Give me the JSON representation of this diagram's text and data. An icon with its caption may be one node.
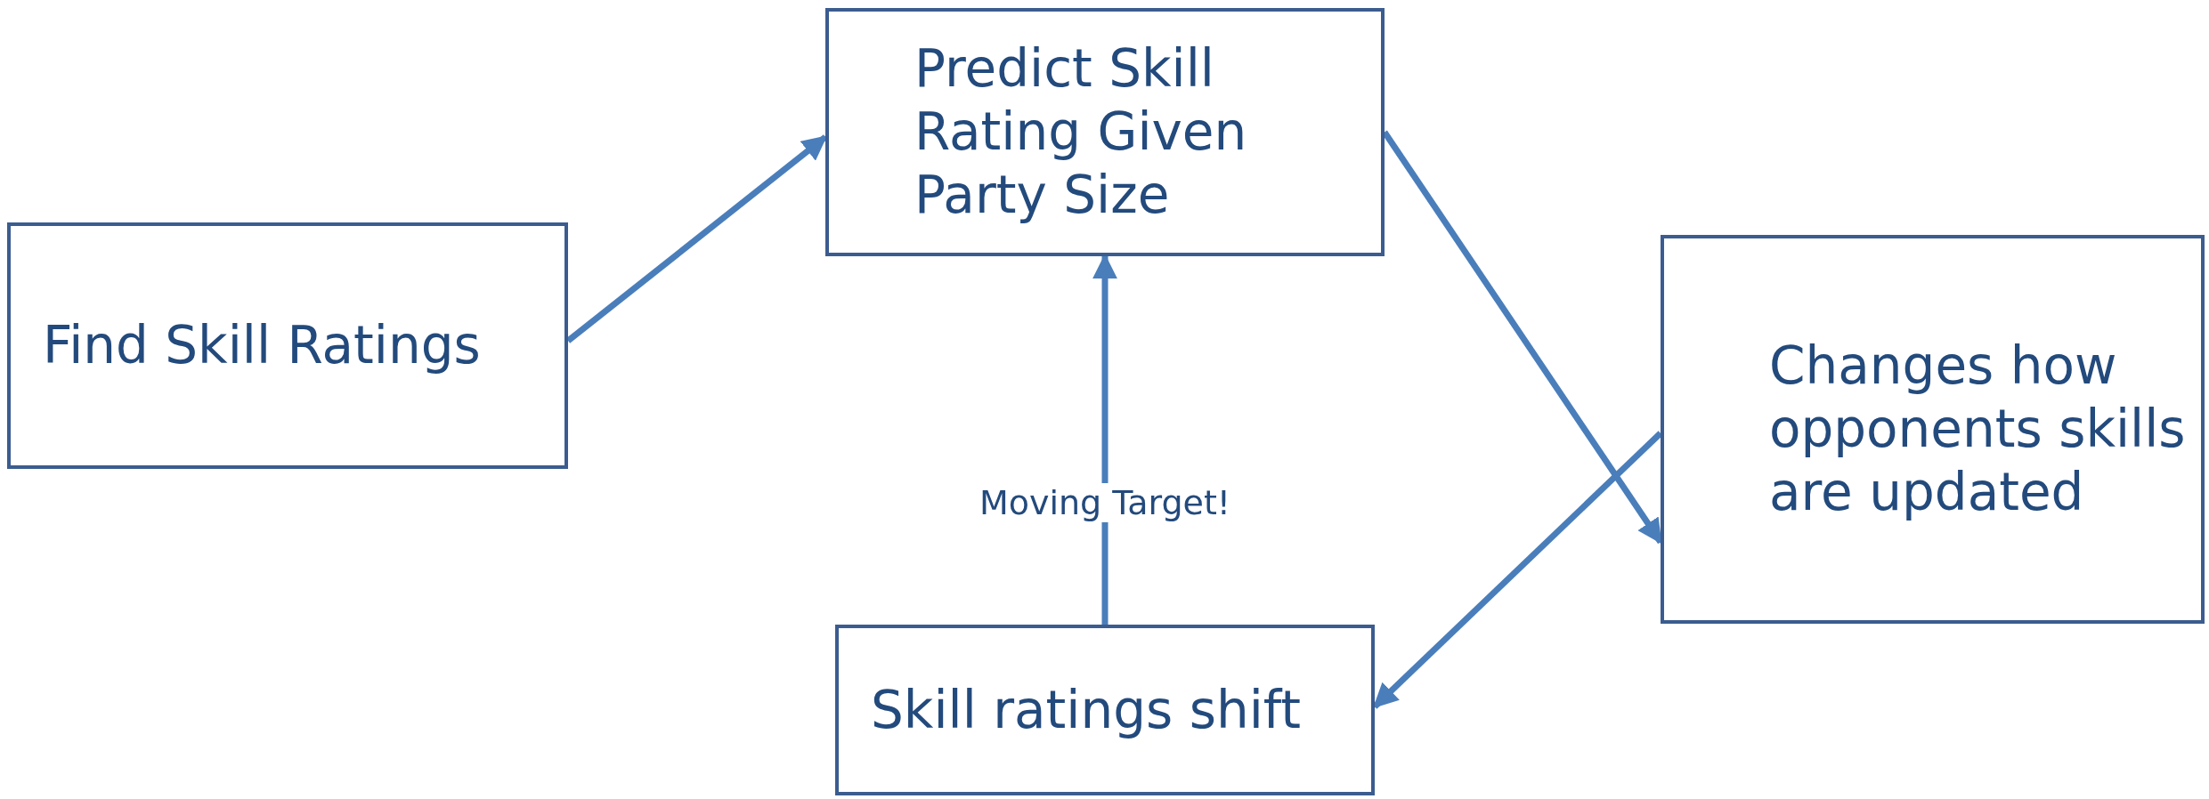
{
  "diagram": {
    "nodes": [
      {
        "text": [
          "Find Skill Ratings"
        ]
      },
      {
        "text": [
          "Predict Skill Rating Given Party Size"
        ]
      },
      {
        "text": [
          "Changes how opponents skills are updated"
        ]
      },
      {
        "text": [
          "Skill ratings shift"
        ]
      }
    ],
    "edges": [
      {
        "from": 0,
        "to": 1,
        "arrow": "to"
      },
      {
        "from": 1,
        "to": 2,
        "arrow": "to"
      },
      {
        "from": 2,
        "to": 3,
        "arrow": "to"
      },
      {
        "from": 3,
        "to": 1,
        "arrow": "to",
        "label": "Moving Target!"
      }
    ]
  }
}
